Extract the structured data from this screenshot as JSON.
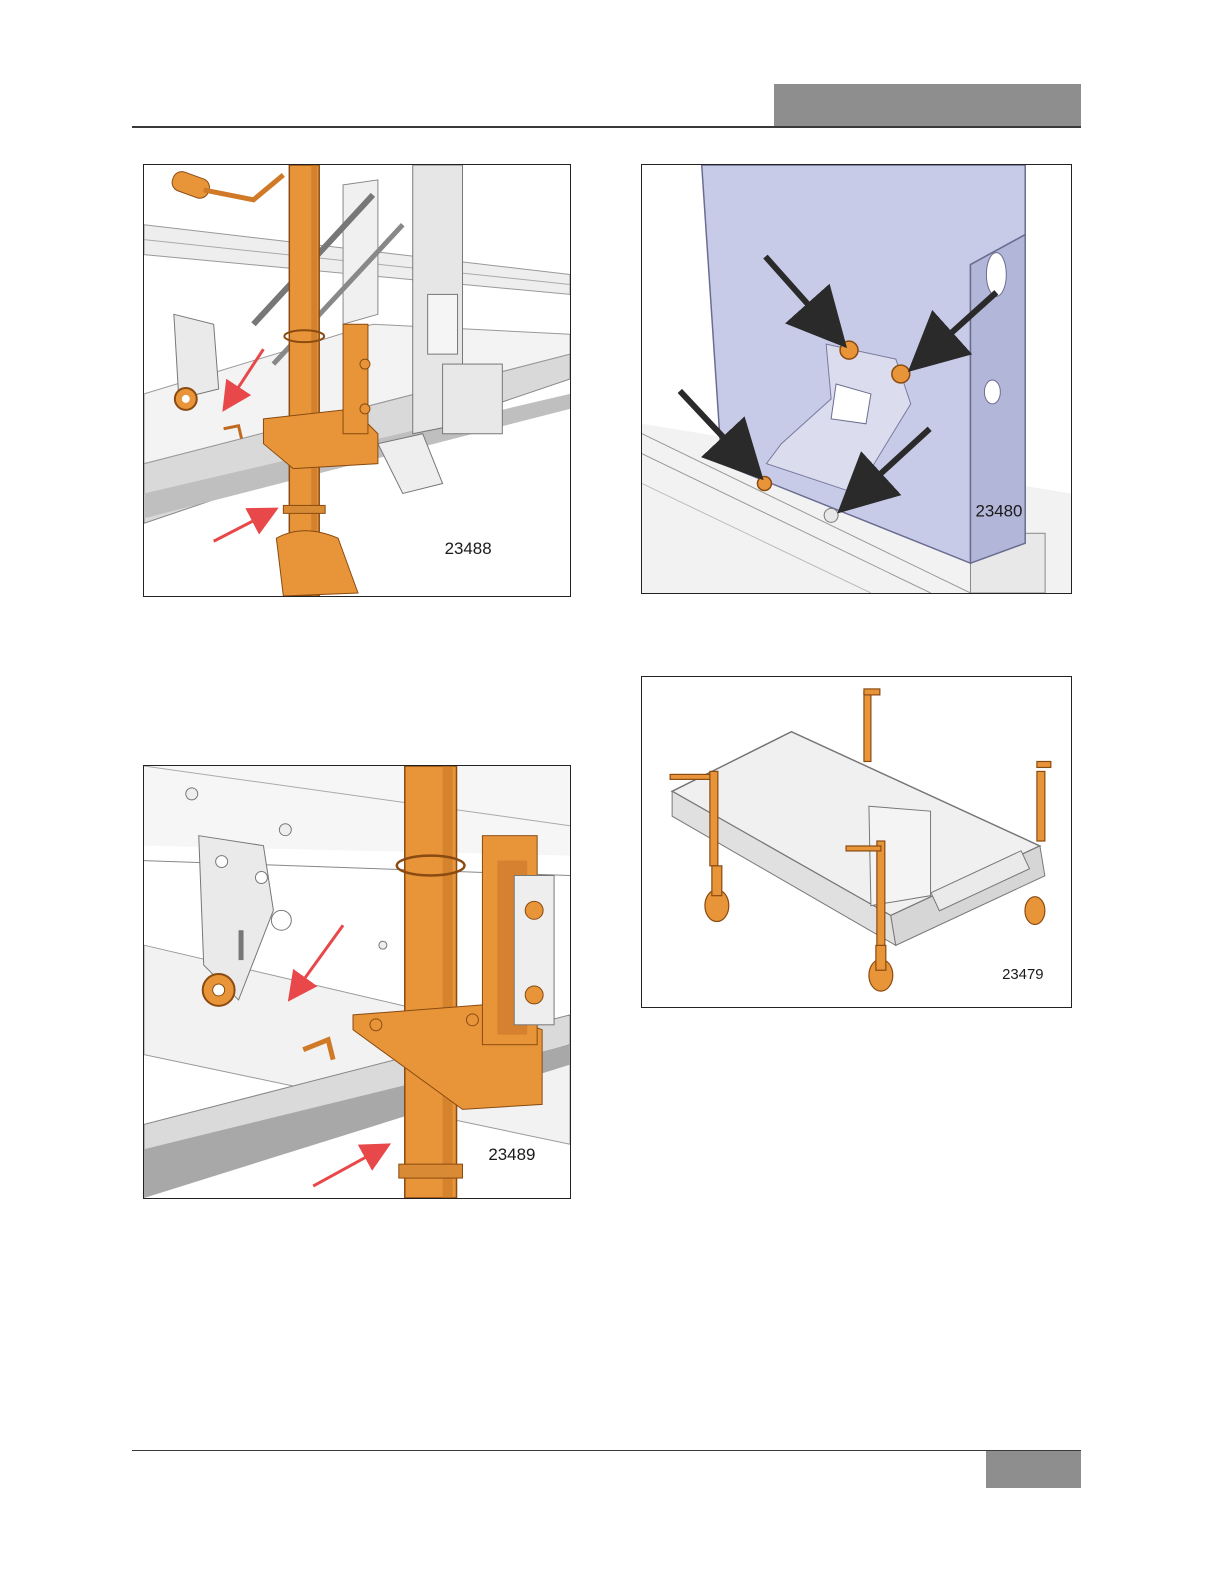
{
  "figures": [
    {
      "id": "fig-1",
      "number": "23488"
    },
    {
      "id": "fig-2",
      "number": "23480"
    },
    {
      "id": "fig-3",
      "number": "23479"
    },
    {
      "id": "fig-4",
      "number": "23489"
    }
  ],
  "colors": {
    "accent_part": "#e8953a",
    "accent_part_dark": "#b8661c",
    "callout_arrow_red": "#e8484a",
    "callout_arrow_black": "#2a2a2a",
    "panel_blue": "#c8cbe8",
    "header_tab": "#8e8e8e"
  }
}
